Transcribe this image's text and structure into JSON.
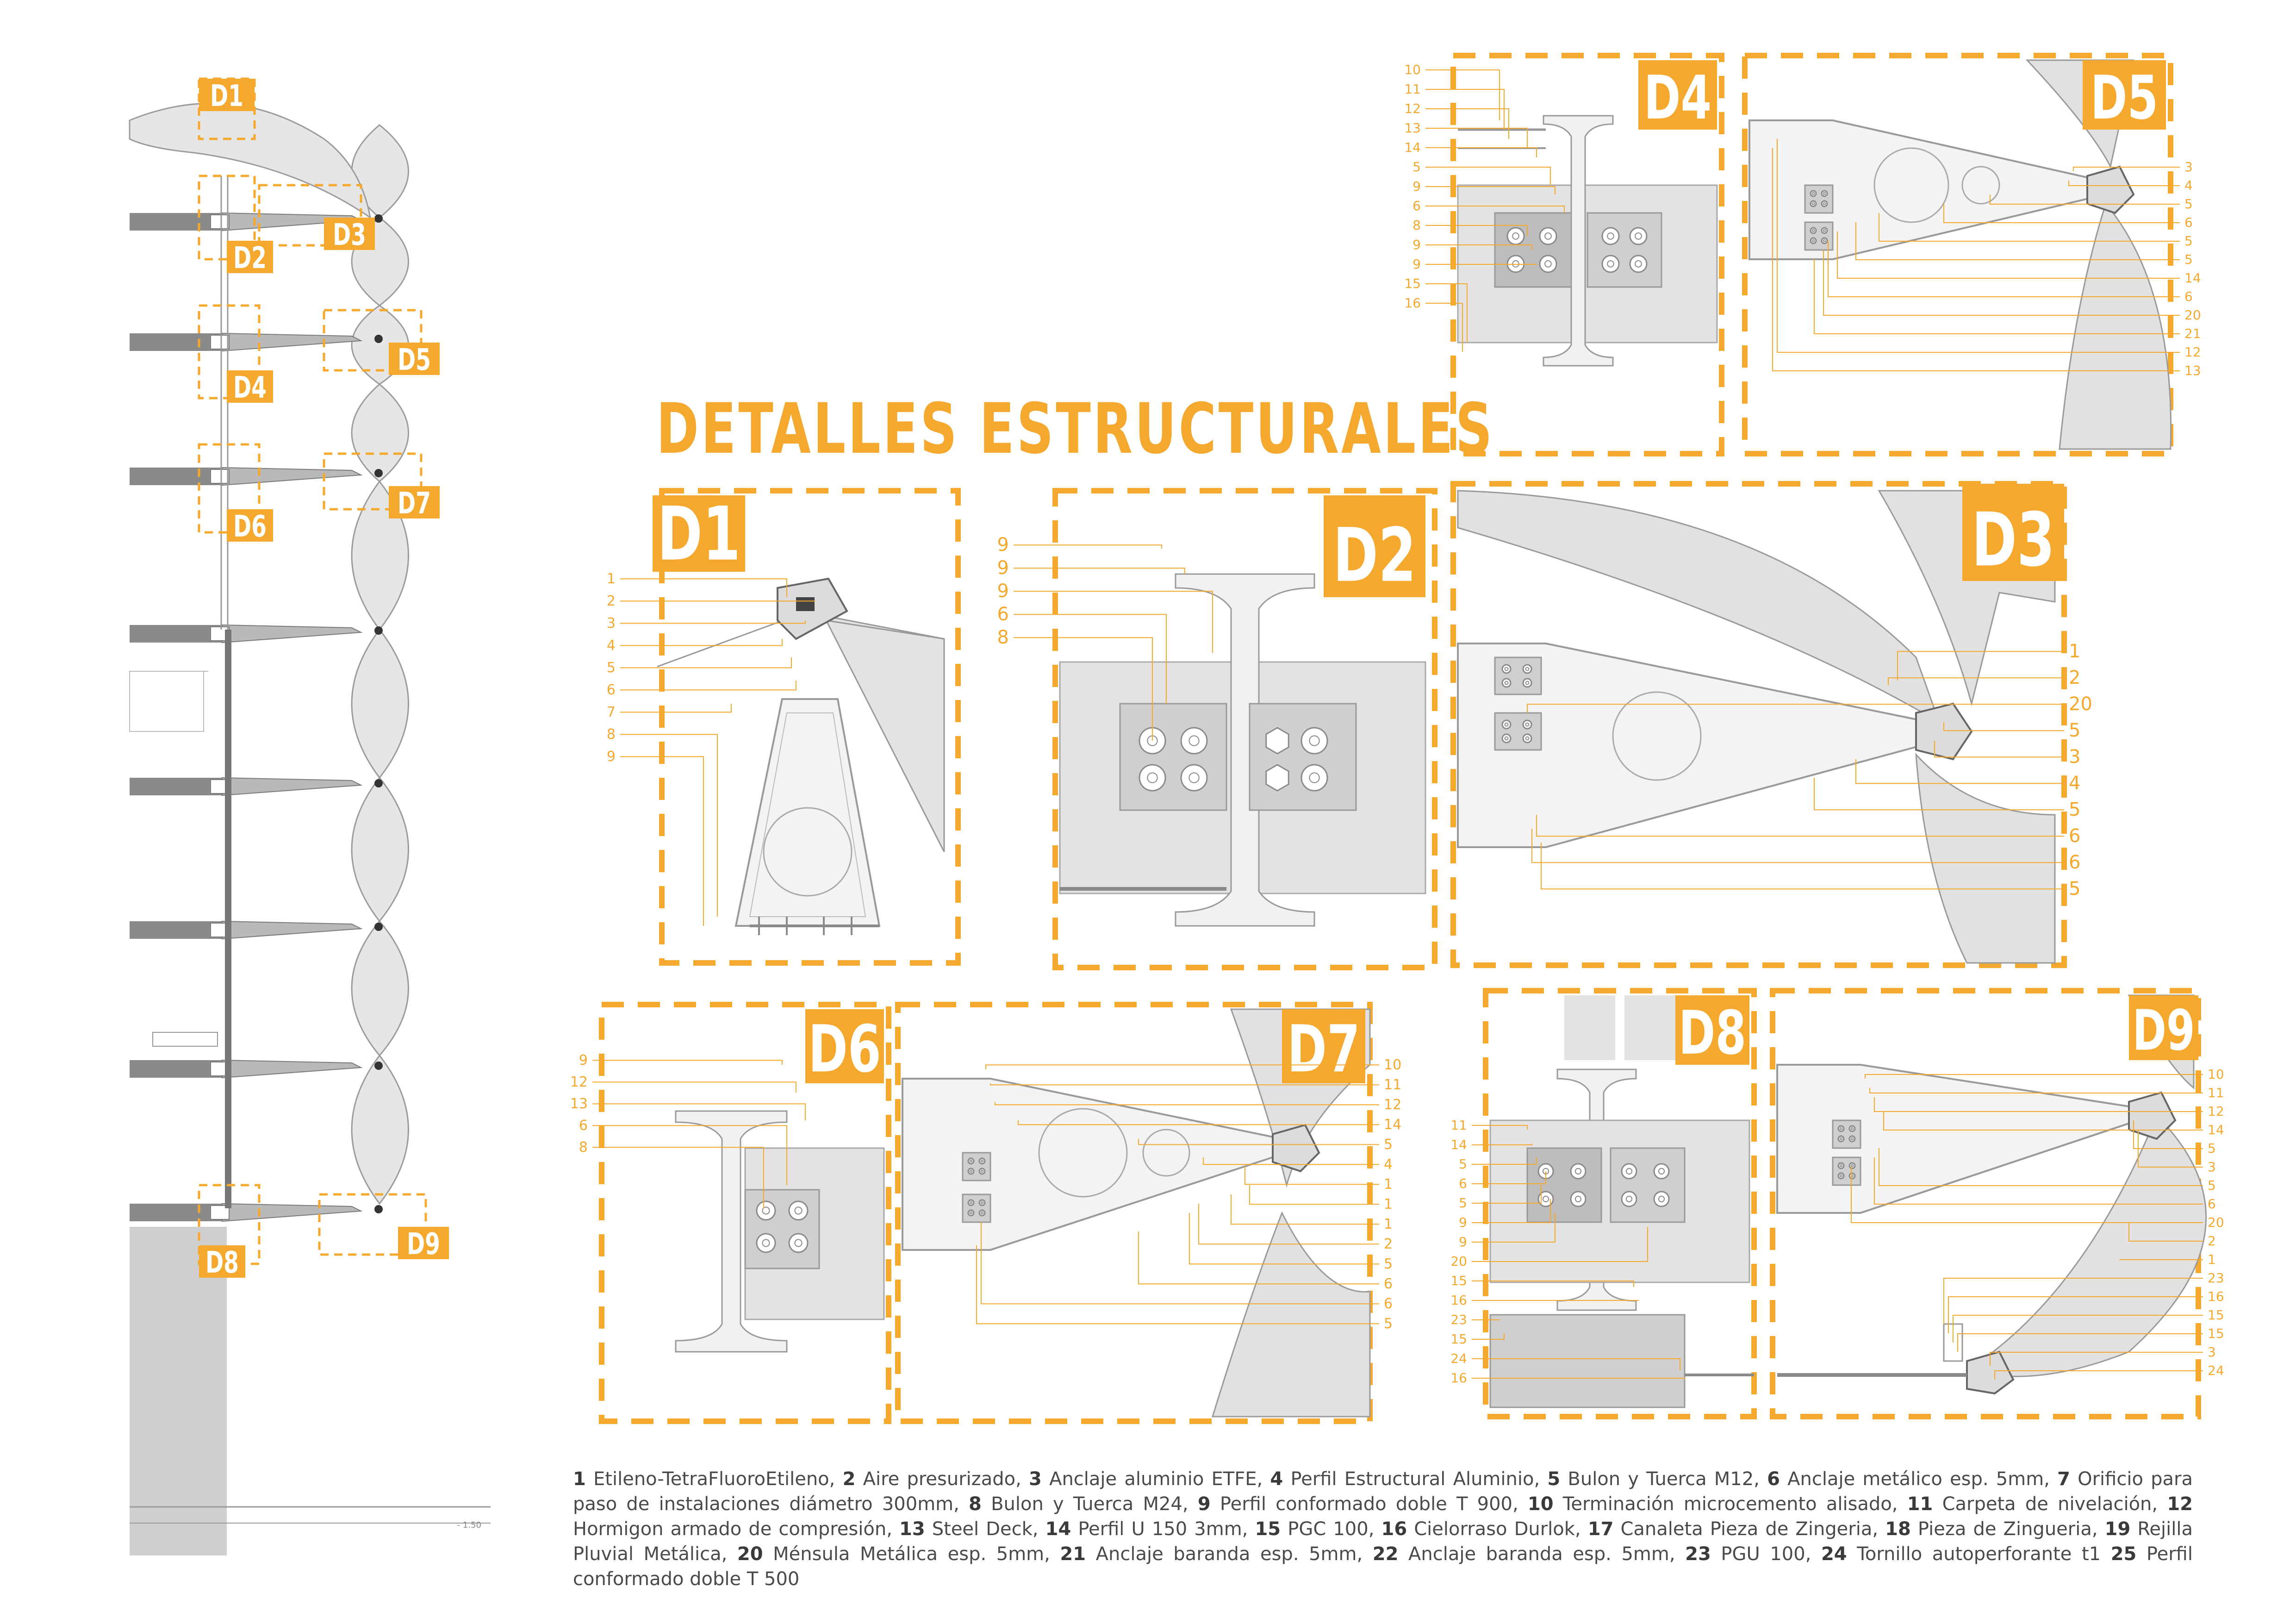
{
  "title": "DETALLES ESTRUCTURALES",
  "colors": {
    "accent": "#f4a82e",
    "line": "#8f8f8f",
    "fill": "#e1e1e1",
    "dark": "#7a7a7a"
  },
  "section_marks": {
    "tags": [
      "D1",
      "D2",
      "D3",
      "D4",
      "D5",
      "D6",
      "D7",
      "D8",
      "D9"
    ],
    "scale": "- 1.50"
  },
  "details": [
    {
      "id": "D1",
      "labels": [
        "1",
        "2",
        "3",
        "4",
        "5",
        "6",
        "7",
        "8",
        "9"
      ]
    },
    {
      "id": "D2",
      "labels": [
        "9",
        "9",
        "9",
        "6",
        "8"
      ]
    },
    {
      "id": "D3",
      "labels": [
        "1",
        "2",
        "20",
        "5",
        "3",
        "4",
        "5",
        "6",
        "6",
        "5"
      ]
    },
    {
      "id": "D4",
      "labels": [
        "10",
        "11",
        "12",
        "13",
        "14",
        "5",
        "9",
        "6",
        "8",
        "9",
        "9",
        "15",
        "16"
      ]
    },
    {
      "id": "D5",
      "labels": [
        "3",
        "4",
        "5",
        "6",
        "5",
        "5",
        "14",
        "6",
        "20",
        "21",
        "12",
        "13"
      ]
    },
    {
      "id": "D6",
      "labels": [
        "9",
        "12",
        "13",
        "6",
        "8"
      ]
    },
    {
      "id": "D7",
      "labels": [
        "10",
        "11",
        "12",
        "14",
        "5",
        "4",
        "1",
        "1",
        "1",
        "2",
        "5",
        "6",
        "6",
        "5"
      ]
    },
    {
      "id": "D8",
      "labels": [
        "11",
        "14",
        "5",
        "6",
        "5",
        "9",
        "9",
        "20",
        "15",
        "16",
        "23",
        "15",
        "24",
        "16"
      ]
    },
    {
      "id": "D9",
      "labels": [
        "10",
        "11",
        "12",
        "14",
        "5",
        "3",
        "5",
        "6",
        "20",
        "2",
        "1",
        "23",
        "16",
        "15",
        "15",
        "3",
        "24"
      ]
    }
  ],
  "legend": [
    {
      "n": "1",
      "t": " Etileno-TetraFluoroEtileno, "
    },
    {
      "n": "2",
      "t": " Aire presurizado, "
    },
    {
      "n": "3",
      "t": " Anclaje aluminio ETFE, "
    },
    {
      "n": "4",
      "t": " Perfil Estructural Aluminio, "
    },
    {
      "n": "5",
      "t": " Bulon y Tuerca M12, "
    },
    {
      "n": "6",
      "t": " Anclaje metálico esp. 5mm, "
    },
    {
      "n": "7",
      "t": " Orificio para paso de instalaciones diámetro 300mm, "
    },
    {
      "n": "8",
      "t": " Bulon y Tuerca M24, "
    },
    {
      "n": "9",
      "t": " Perfil conformado doble T 900, "
    },
    {
      "n": "10",
      "t": " Terminación microcemento alisado, "
    },
    {
      "n": "11",
      "t": " Carpeta de nivelación, "
    },
    {
      "n": "12",
      "t": " Hormigon armado de compresión, "
    },
    {
      "n": "13",
      "t": " Steel Deck, "
    },
    {
      "n": "14",
      "t": " Perfil U 150 3mm, "
    },
    {
      "n": "15",
      "t": " PGC 100, "
    },
    {
      "n": "16",
      "t": " Cielorraso Durlok, "
    },
    {
      "n": "17",
      "t": " Canaleta Pieza de Zingeria, "
    },
    {
      "n": "18",
      "t": " Pieza de Zingueria, "
    },
    {
      "n": "19",
      "t": " Rejilla Pluvial Metálica, "
    },
    {
      "n": "20",
      "t": " Ménsula Metálica esp. 5mm, "
    },
    {
      "n": "21",
      "t": " Anclaje baranda esp. 5mm, "
    },
    {
      "n": "22",
      "t": " Anclaje baranda esp. 5mm, "
    },
    {
      "n": "23",
      "t": " PGU 100, "
    },
    {
      "n": "24",
      "t": " Tornillo autoperforante t1 "
    },
    {
      "n": "25",
      "t": " Perfil conformado doble T 500"
    }
  ]
}
